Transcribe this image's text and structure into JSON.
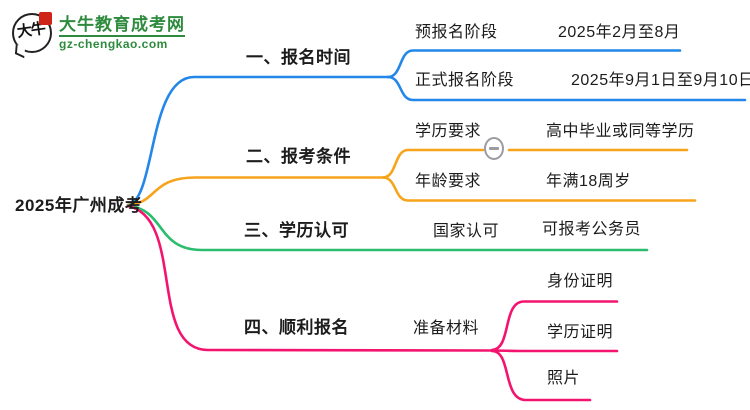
{
  "logo": {
    "seal_text": "大牛",
    "title": "大牛教育成考网",
    "url": "gz-chengkao.com",
    "brand_color": "#2e8b3e"
  },
  "root": {
    "label": "2025年广州成考"
  },
  "branches": [
    {
      "label": "一、报名时间",
      "color": "#2287e8",
      "children": [
        {
          "label": "预报名阶段",
          "value": "2025年2月至8月"
        },
        {
          "label": "正式报名阶段",
          "value": "2025年9月1日至9月10日"
        }
      ]
    },
    {
      "label": "二、报考条件",
      "color": "#f7a41c",
      "has_collapse_button": true,
      "children": [
        {
          "label": "学历要求",
          "value": "高中毕业或同等学历"
        },
        {
          "label": "年龄要求",
          "value": "年满18周岁"
        }
      ]
    },
    {
      "label": "三、学历认可",
      "color": "#2bbd6e",
      "children": [
        {
          "label": "国家认可",
          "value": "可报考公务员"
        }
      ]
    },
    {
      "label": "四、顺利报名",
      "color": "#f3146f",
      "children": [
        {
          "label": "准备材料",
          "materials": [
            "身份证明",
            "学历证明",
            "照片"
          ]
        }
      ]
    }
  ]
}
